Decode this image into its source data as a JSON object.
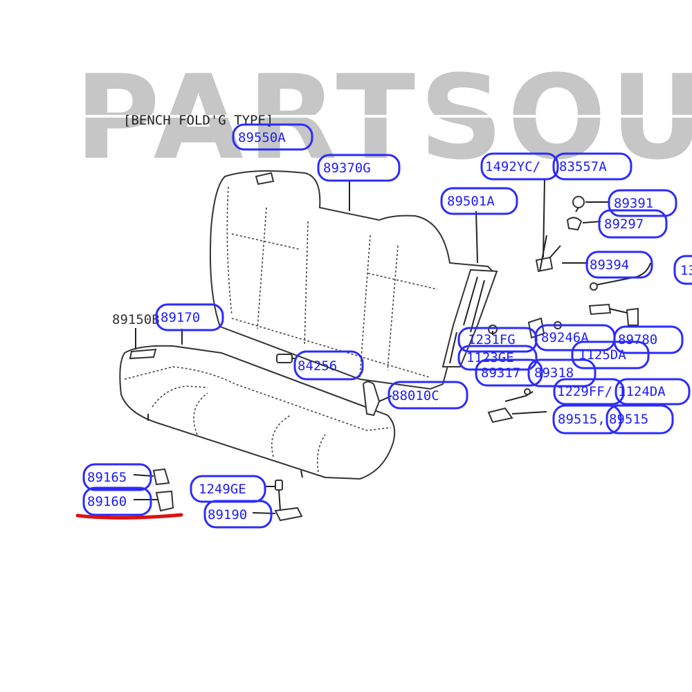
{
  "watermark": "PARTSOU",
  "header": "[BENCH FOLD'G TYPE]",
  "plain_labels": {
    "seat_cushion_assembly": "89150B"
  },
  "callouts": [
    {
      "id": "c1",
      "text": "89550A"
    },
    {
      "id": "c2",
      "text": "89370G"
    },
    {
      "id": "c3",
      "text": "1492YC/"
    },
    {
      "id": "c4",
      "text": "83557A"
    },
    {
      "id": "c5",
      "text": "89501A"
    },
    {
      "id": "c6",
      "text": "89391"
    },
    {
      "id": "c7",
      "text": "89297"
    },
    {
      "id": "c8",
      "text": "89394"
    },
    {
      "id": "c9",
      "text": "13"
    },
    {
      "id": "c10",
      "text": "89170"
    },
    {
      "id": "c11",
      "text": "1231FG"
    },
    {
      "id": "c12",
      "text": "1123GE"
    },
    {
      "id": "c13",
      "text": "89246A"
    },
    {
      "id": "c14",
      "text": "1125DA"
    },
    {
      "id": "c15",
      "text": "89780"
    },
    {
      "id": "c16",
      "text": "84256"
    },
    {
      "id": "c17",
      "text": "89317"
    },
    {
      "id": "c18",
      "text": "89318"
    },
    {
      "id": "c19",
      "text": "88010C"
    },
    {
      "id": "c20",
      "text": "1229FF/"
    },
    {
      "id": "c21",
      "text": "1124DA"
    },
    {
      "id": "c22",
      "text": "89515,"
    },
    {
      "id": "c23",
      "text": "89515"
    },
    {
      "id": "c24",
      "text": "89165"
    },
    {
      "id": "c25",
      "text": "89160"
    },
    {
      "id": "c26",
      "text": "1249GE"
    },
    {
      "id": "c27",
      "text": "89190"
    }
  ],
  "colors": {
    "callout_blue": "#2b2bff",
    "underline_red": "#e01010",
    "watermark_gray": "#c6c6c6"
  }
}
